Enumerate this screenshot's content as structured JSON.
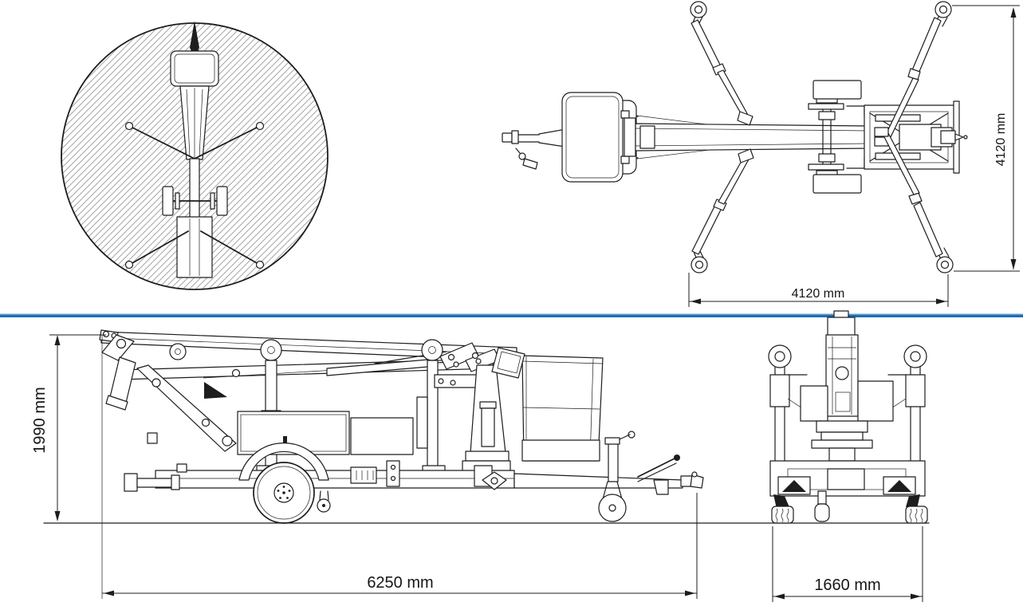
{
  "page": {
    "background_color": "#ffffff",
    "divider_color": "#1c6eb4",
    "divider_highlight_color": "#b9d2e8",
    "line_color": "#1d1d1d",
    "text_color": "#161616"
  },
  "views": {
    "plan": {
      "span_width_label": "4120 mm",
      "span_length_label": "4120 mm"
    },
    "side": {
      "height_label": "1990 mm",
      "length_label": "6250 mm"
    },
    "rear": {
      "width_label": "1660 mm"
    }
  }
}
